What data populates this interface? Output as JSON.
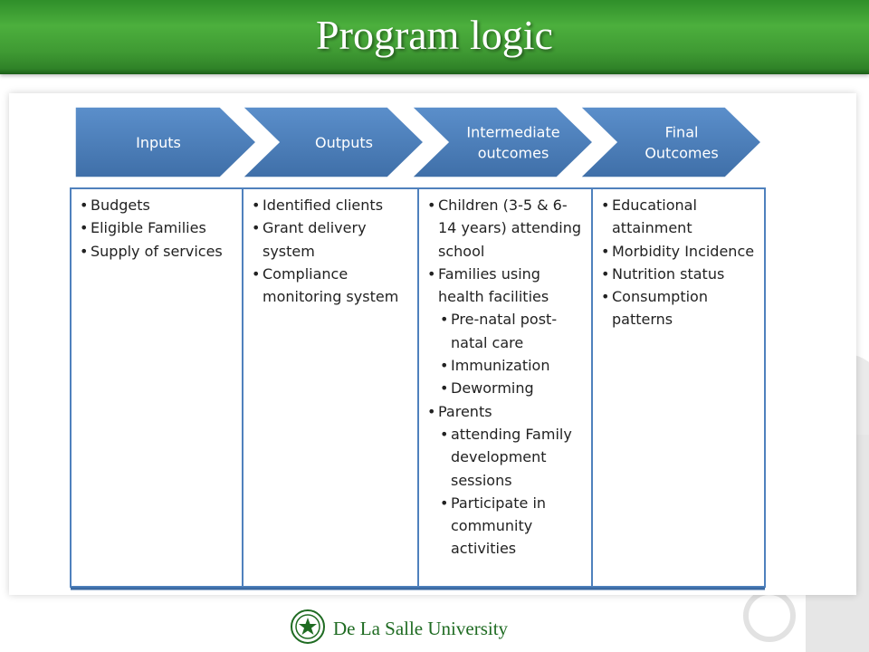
{
  "slide": {
    "title": "Program logic"
  },
  "stages": [
    {
      "label_lines": [
        "Inputs"
      ]
    },
    {
      "label_lines": [
        "Outputs"
      ]
    },
    {
      "label_lines": [
        "Intermediate",
        "outcomes"
      ]
    },
    {
      "label_lines": [
        "Final",
        "Outcomes"
      ]
    }
  ],
  "columns": [
    {
      "items": [
        {
          "text": "Budgets"
        },
        {
          "text": "Eligible Families"
        },
        {
          "text": "Supply of services"
        }
      ]
    },
    {
      "items": [
        {
          "text": "Identified clients"
        },
        {
          "text": "Grant delivery system"
        },
        {
          "text": "Compliance monitoring system"
        }
      ]
    },
    {
      "items": [
        {
          "text": "Children (3-5  & 6-14 years) attending school"
        },
        {
          "text": "Families using health facilities",
          "sub": [
            "Pre-natal post-natal care",
            "Immunization",
            "Deworming"
          ]
        },
        {
          "text": "Parents",
          "sub": [
            "attending Family development sessions",
            "Participate in community activities"
          ]
        }
      ]
    },
    {
      "items": [
        {
          "text": "Educational attainment"
        },
        {
          "text": "Morbidity Incidence"
        },
        {
          "text": "Nutrition status"
        },
        {
          "text": "Consumption patterns"
        }
      ]
    }
  ],
  "footer": {
    "university": "De La Salle University"
  },
  "colors": {
    "header_green": "#3f9a33",
    "chevron_blue": "#4f81bd",
    "column_border": "#4f81bd",
    "footer_text": "#1f6b22"
  }
}
